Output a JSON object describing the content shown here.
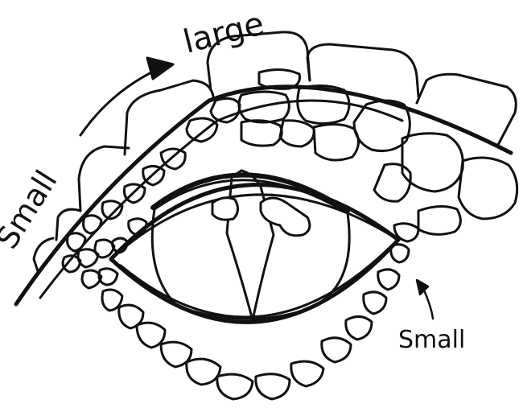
{
  "labels": {
    "large": "large",
    "small_left": "Small",
    "small_right": "Small"
  },
  "colors": {
    "ink": "#111111",
    "paper": "#ffffff"
  }
}
